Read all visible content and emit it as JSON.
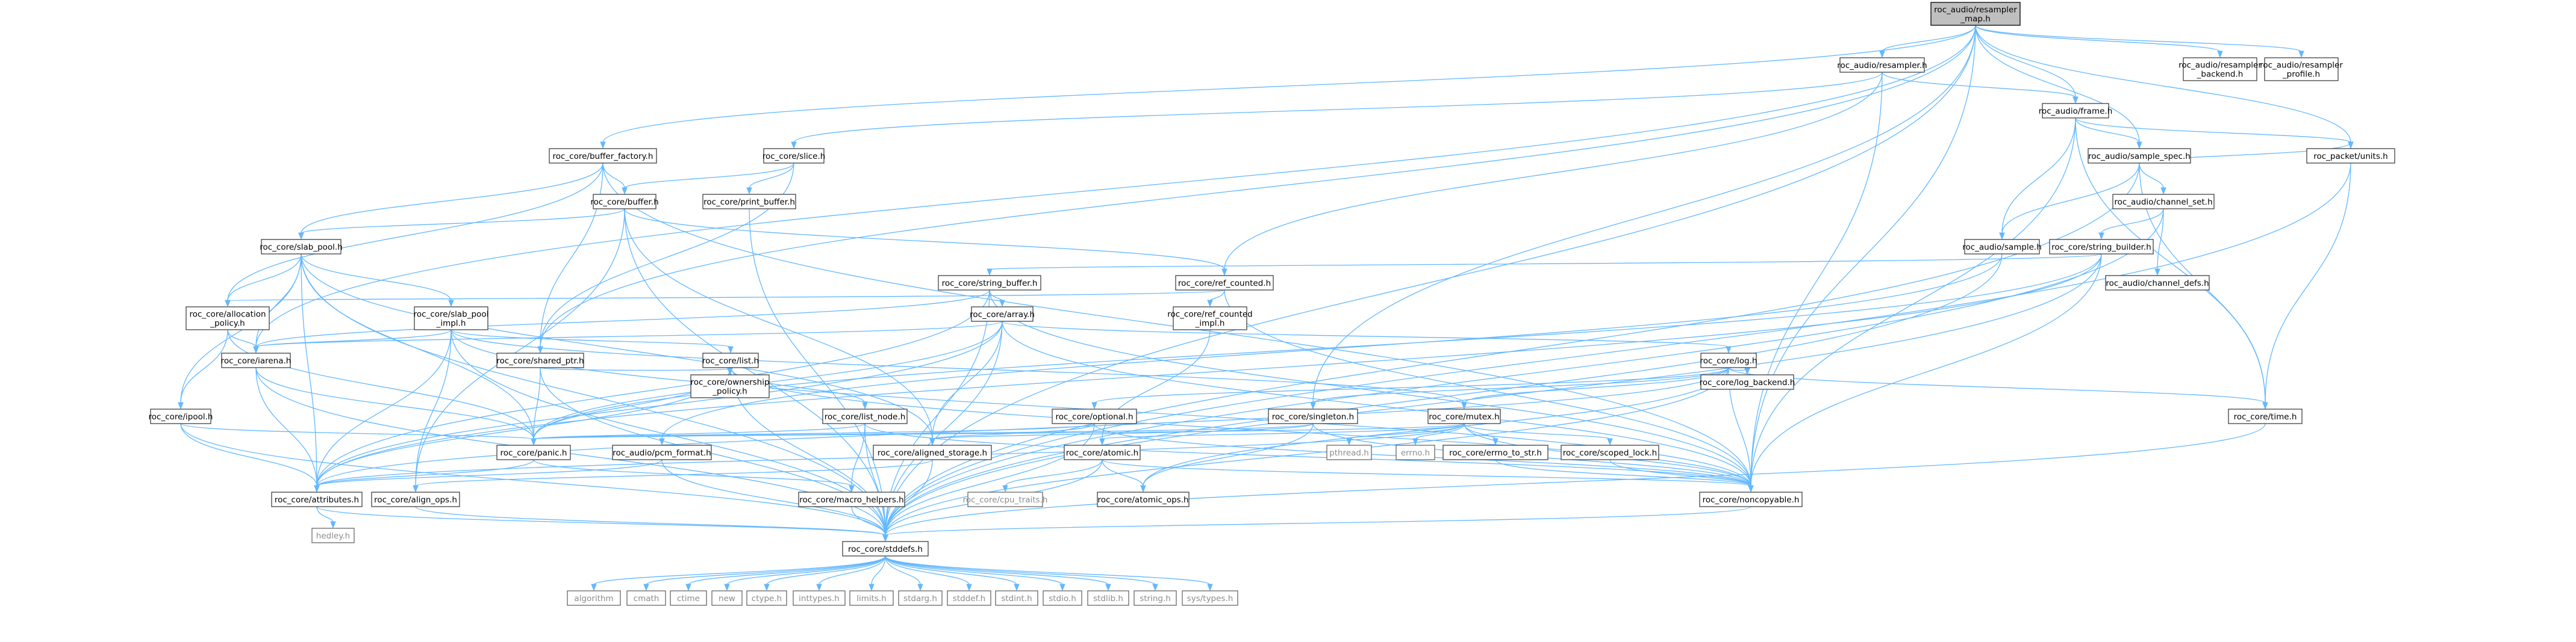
{
  "graph": {
    "root": "roc_audio/resampler_map.h",
    "nodes": {
      "root": [
        "roc_audio/resampler",
        "_map.h"
      ],
      "resampler": [
        "roc_audio/resampler.h"
      ],
      "resampler_backend": [
        "roc_audio/resampler",
        "_backend.h"
      ],
      "resampler_profile": [
        "roc_audio/resampler",
        "_profile.h"
      ],
      "frame": [
        "roc_audio/frame.h"
      ],
      "sample_spec": [
        "roc_audio/sample_spec.h"
      ],
      "channel_set": [
        "roc_audio/channel_set.h"
      ],
      "channel_defs": [
        "roc_audio/channel_defs.h"
      ],
      "sample": [
        "roc_audio/sample.h"
      ],
      "pcm_format": [
        "roc_audio/pcm_format.h"
      ],
      "units": [
        "roc_packet/units.h"
      ],
      "buffer_factory": [
        "roc_core/buffer_factory.h"
      ],
      "slice": [
        "roc_core/slice.h"
      ],
      "buffer": [
        "roc_core/buffer.h"
      ],
      "print_buffer": [
        "roc_core/print_buffer.h"
      ],
      "slab_pool": [
        "roc_core/slab_pool.h"
      ],
      "string_builder": [
        "roc_core/string_builder.h"
      ],
      "string_buffer": [
        "roc_core/string_buffer.h"
      ],
      "ref_counted": [
        "roc_core/ref_counted.h"
      ],
      "ref_counted_impl": [
        "roc_core/ref_counted",
        "_impl.h"
      ],
      "allocation_policy": [
        "roc_core/allocation",
        "_policy.h"
      ],
      "slab_pool_impl": [
        "roc_core/slab_pool",
        "_impl.h"
      ],
      "array": [
        "roc_core/array.h"
      ],
      "arena": [
        "roc_core/iarena.h"
      ],
      "list": [
        "roc_core/list.h"
      ],
      "shared_ptr": [
        "roc_core/shared_ptr.h"
      ],
      "ownership_policy": [
        "roc_core/ownership",
        "_policy.h"
      ],
      "log": [
        "roc_core/log.h"
      ],
      "log_backend": [
        "roc_core/log_backend.h"
      ],
      "ipool": [
        "roc_core/ipool.h"
      ],
      "list_node": [
        "roc_core/list_node.h"
      ],
      "optional": [
        "roc_core/optional.h"
      ],
      "singleton": [
        "roc_core/singleton.h"
      ],
      "mutex": [
        "roc_core/mutex.h"
      ],
      "time": [
        "roc_core/time.h"
      ],
      "panic": [
        "roc_core/panic.h"
      ],
      "aligned_storage": [
        "roc_core/aligned_storage.h"
      ],
      "atomic": [
        "roc_core/atomic.h"
      ],
      "pthread": [
        "pthread.h"
      ],
      "errno": [
        "errno.h"
      ],
      "errno_to_str": [
        "roc_core/errno_to_str.h"
      ],
      "scoped_lock": [
        "roc_core/scoped_lock.h"
      ],
      "attributes": [
        "roc_core/attributes.h"
      ],
      "align_ops": [
        "roc_core/align_ops.h"
      ],
      "macro_helpers": [
        "roc_core/macro_helpers.h"
      ],
      "cpu_traits": [
        "roc_core/cpu_traits.h"
      ],
      "atomic_ops": [
        "roc_core/atomic_ops.h"
      ],
      "noncopyable": [
        "roc_core/noncopyable.h"
      ],
      "hedley": [
        "hedley.h"
      ],
      "stddefs": [
        "roc_core/stddefs.h"
      ],
      "algorithm": [
        "algorithm"
      ],
      "cmath": [
        "cmath"
      ],
      "ctime": [
        "ctime"
      ],
      "new": [
        "new"
      ],
      "ctype": [
        "ctype.h"
      ],
      "inttypes": [
        "inttypes.h"
      ],
      "limits": [
        "limits.h"
      ],
      "stdarg": [
        "stdarg.h"
      ],
      "stddef": [
        "stddef.h"
      ],
      "stdint": [
        "stdint.h"
      ],
      "stdio": [
        "stdio.h"
      ],
      "stdlib": [
        "stdlib.h"
      ],
      "string": [
        "string.h"
      ],
      "systypes": [
        "sys/types.h"
      ]
    }
  }
}
